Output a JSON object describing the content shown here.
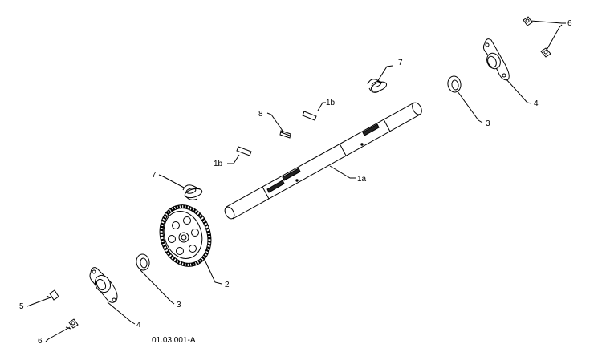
{
  "figure_code": "01.03.001-A",
  "callouts": {
    "c1a": "1a",
    "c1b_upper": "1b",
    "c1b_lower": "1b",
    "c2": "2",
    "c3_left": "3",
    "c3_right": "3",
    "c4_left": "4",
    "c4_right": "4",
    "c5": "5",
    "c6_left": "6",
    "c6_right": "6",
    "c7_left": "7",
    "c7_right": "7",
    "c8": "8"
  },
  "colors": {
    "line": "#000000",
    "fill": "#ffffff",
    "hatch": "#222222"
  }
}
